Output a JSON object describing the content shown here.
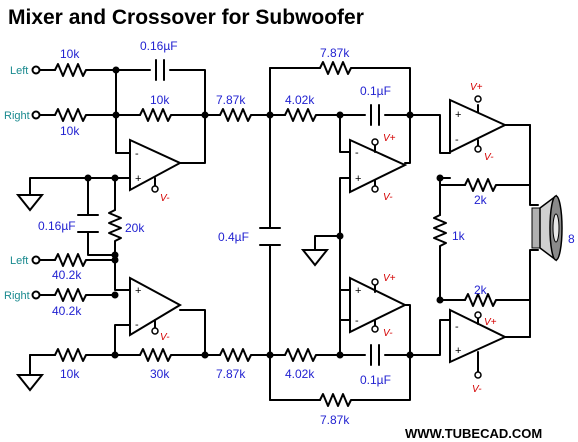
{
  "title": "Mixer and Crossover for Subwoofer",
  "website": "WWW.TUBECAD.COM",
  "inputs": {
    "left_top": "Left",
    "right_top": "Right",
    "left_bottom": "Left",
    "right_bottom": "Right"
  },
  "components": {
    "r_left_top": "10k",
    "r_right_top": "10k",
    "c_top_feedback": "0.16µF",
    "r_top_feedback": "10k",
    "r_top_out": "7.87k",
    "r_bottom_in": "10k",
    "r_bottom_feedback": "30k",
    "r_bottom_out": "7.87k",
    "c_mid": "0.16µF",
    "r_mid": "20k",
    "r_left_bottom": "40.2k",
    "r_right_bottom": "40.2k",
    "c_shunt": "0.4µF",
    "r_filter_top_fb": "7.87k",
    "r_filter_top": "4.02k",
    "c_filter_top": "0.1µF",
    "r_filter_bottom": "4.02k",
    "c_filter_bottom": "0.1µF",
    "r_filter_bottom_fb": "7.87k",
    "r_bridge_top": "2k",
    "r_bridge_mid": "1k",
    "r_bridge_bottom": "2k",
    "speaker_impedance": "8"
  },
  "supply": {
    "vplus": "V+",
    "vminus": "V-"
  },
  "opamp_pins": {
    "plus": "+",
    "minus": "-"
  }
}
